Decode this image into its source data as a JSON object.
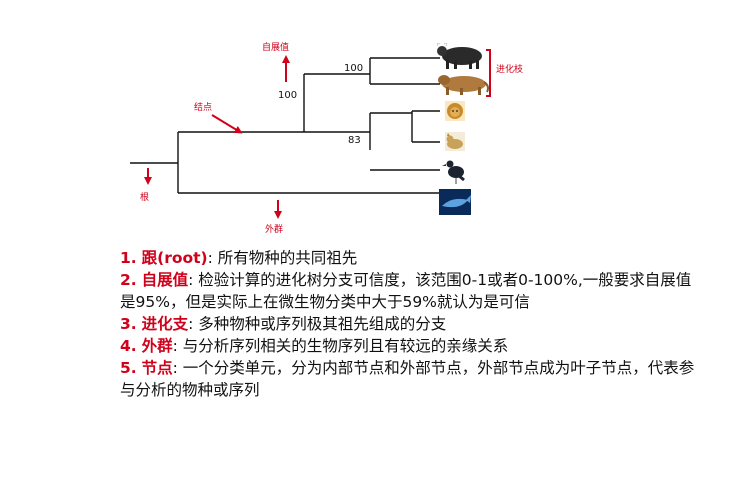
{
  "diagram": {
    "support_values": [
      "100",
      "100",
      "83"
    ],
    "annotations": {
      "bootstrap": "自展值",
      "node": "结点",
      "root": "根",
      "outgroup": "外群",
      "clade": "进化枝"
    },
    "taxa_icons": [
      "gaur-icon",
      "cow-icon",
      "lion-icon",
      "cat-icon",
      "bird-icon",
      "whale-icon"
    ],
    "colors": {
      "accent": "#d0021b",
      "line": "#111111"
    }
  },
  "notes": [
    {
      "num": "1.",
      "term": "跟(root)",
      "text": ": 所有物种的共同祖先"
    },
    {
      "num": "2.",
      "term": "自展值",
      "text": ": 检验计算的进化树分支可信度，该范围0-1或者0-100%,一般要求自展值是95%，但是实际上在微生物分类中大于59%就认为是可信"
    },
    {
      "num": "3.",
      "term": "进化支",
      "text": ": 多种物种或序列极其祖先组成的分支"
    },
    {
      "num": "4.",
      "term": "外群",
      "text": ": 与分析序列相关的生物序列且有较远的亲缘关系"
    },
    {
      "num": "5.",
      "term": "节点",
      "text": ": 一个分类单元，分为内部节点和外部节点，外部节点成为叶子节点，代表参与分析的物种或序列"
    }
  ]
}
